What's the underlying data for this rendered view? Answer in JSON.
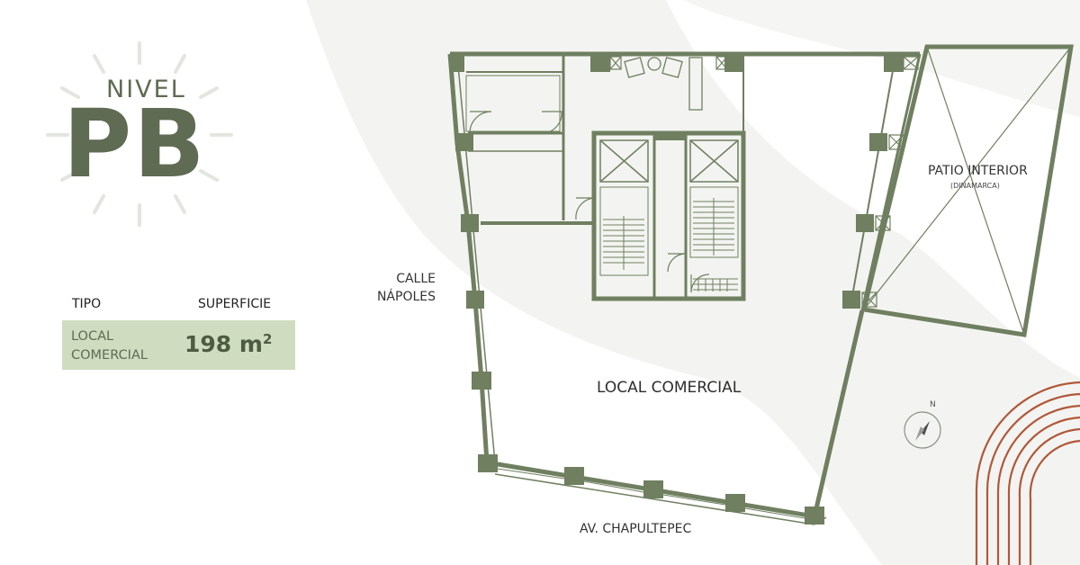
{
  "header": {
    "level_label": "NIVEL",
    "level_code": "PB"
  },
  "specs": {
    "type_header": "TIPO",
    "area_header": "SUPERFICIE",
    "type_value": "LOCAL COMERCIAL",
    "area_value": "198 m",
    "area_unit_exp": "2"
  },
  "plan": {
    "left_street": "CALLE NÁPOLES",
    "bottom_street": "AV. CHAPULTEPEC",
    "main_space": "LOCAL COMERCIAL",
    "patio_name": "PATIO INTERIOR",
    "patio_sub": "(DINAMARCA)",
    "north_label": "N"
  },
  "colors": {
    "primary": "#5f6b53",
    "wall": "#6f7f60",
    "spec_bg": "#cfdcc0",
    "accent": "#b0583a",
    "background_shape": "#f3f4f1"
  },
  "icons": [
    "sunburst-rays",
    "compass-icon",
    "elevator-icon",
    "stairs-icon",
    "door-swing-icon",
    "decorative-arcs"
  ]
}
